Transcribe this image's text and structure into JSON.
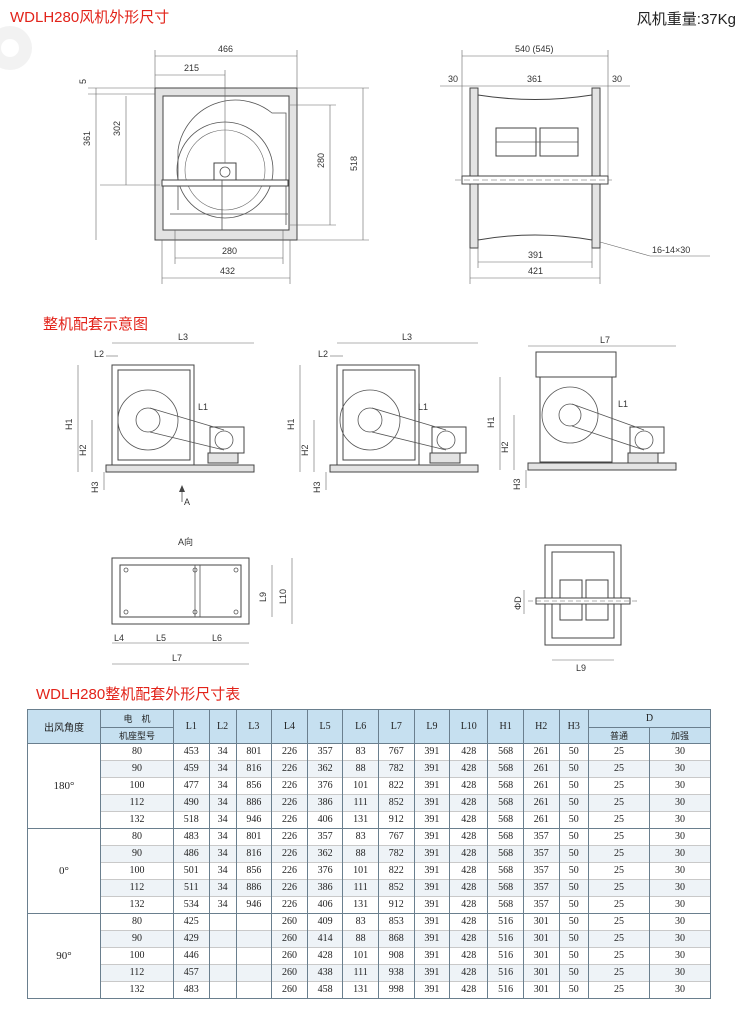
{
  "titles": {
    "outline": "WDLH280风机外形尺寸",
    "assembly": "整机配套示意图",
    "table": "WDLH280整机配套外形尺寸表"
  },
  "weight": "风机重量:37Kg",
  "front_view": {
    "w466": "466",
    "w215": "215",
    "h5": "5",
    "h361": "361",
    "h302": "302",
    "h280": "280",
    "h518": "518",
    "w280": "280",
    "w432": "432"
  },
  "side_view": {
    "w540": "540 (545)",
    "w30a": "30",
    "w361": "361",
    "w30b": "30",
    "w391": "391",
    "w421": "421",
    "holes": "16-14×30"
  },
  "assembly_labels": {
    "L1": "L1",
    "L2": "L2",
    "L3": "L3",
    "L7": "L7",
    "H1": "H1",
    "H2": "H2",
    "H3": "H3",
    "A": "A",
    "Aview": "A向",
    "L4": "L4",
    "L5": "L5",
    "L6": "L6",
    "L9": "L9",
    "L10": "L10",
    "phiD": "ΦD"
  },
  "table": {
    "headers": {
      "angle": "出风角度",
      "motor1": "电　机",
      "motor2": "机座型号",
      "cols": [
        "L1",
        "L2",
        "L3",
        "L4",
        "L5",
        "L6",
        "L7",
        "L9",
        "L10",
        "H1",
        "H2",
        "H3"
      ],
      "D": "D",
      "D_normal": "普通",
      "D_strong": "加强"
    },
    "groups": [
      {
        "angle": "180°",
        "rows": [
          [
            "80",
            "453",
            "34",
            "801",
            "226",
            "357",
            "83",
            "767",
            "391",
            "428",
            "568",
            "261",
            "50",
            "25",
            "30"
          ],
          [
            "90",
            "459",
            "34",
            "816",
            "226",
            "362",
            "88",
            "782",
            "391",
            "428",
            "568",
            "261",
            "50",
            "25",
            "30"
          ],
          [
            "100",
            "477",
            "34",
            "856",
            "226",
            "376",
            "101",
            "822",
            "391",
            "428",
            "568",
            "261",
            "50",
            "25",
            "30"
          ],
          [
            "112",
            "490",
            "34",
            "886",
            "226",
            "386",
            "111",
            "852",
            "391",
            "428",
            "568",
            "261",
            "50",
            "25",
            "30"
          ],
          [
            "132",
            "518",
            "34",
            "946",
            "226",
            "406",
            "131",
            "912",
            "391",
            "428",
            "568",
            "261",
            "50",
            "25",
            "30"
          ]
        ]
      },
      {
        "angle": "0°",
        "rows": [
          [
            "80",
            "483",
            "34",
            "801",
            "226",
            "357",
            "83",
            "767",
            "391",
            "428",
            "568",
            "357",
            "50",
            "25",
            "30"
          ],
          [
            "90",
            "486",
            "34",
            "816",
            "226",
            "362",
            "88",
            "782",
            "391",
            "428",
            "568",
            "357",
            "50",
            "25",
            "30"
          ],
          [
            "100",
            "501",
            "34",
            "856",
            "226",
            "376",
            "101",
            "822",
            "391",
            "428",
            "568",
            "357",
            "50",
            "25",
            "30"
          ],
          [
            "112",
            "511",
            "34",
            "886",
            "226",
            "386",
            "111",
            "852",
            "391",
            "428",
            "568",
            "357",
            "50",
            "25",
            "30"
          ],
          [
            "132",
            "534",
            "34",
            "946",
            "226",
            "406",
            "131",
            "912",
            "391",
            "428",
            "568",
            "357",
            "50",
            "25",
            "30"
          ]
        ]
      },
      {
        "angle": "90°",
        "rows": [
          [
            "80",
            "425",
            "",
            "",
            "260",
            "409",
            "83",
            "853",
            "391",
            "428",
            "516",
            "301",
            "50",
            "25",
            "30"
          ],
          [
            "90",
            "429",
            "",
            "",
            "260",
            "414",
            "88",
            "868",
            "391",
            "428",
            "516",
            "301",
            "50",
            "25",
            "30"
          ],
          [
            "100",
            "446",
            "",
            "",
            "260",
            "428",
            "101",
            "908",
            "391",
            "428",
            "516",
            "301",
            "50",
            "25",
            "30"
          ],
          [
            "112",
            "457",
            "",
            "",
            "260",
            "438",
            "111",
            "938",
            "391",
            "428",
            "516",
            "301",
            "50",
            "25",
            "30"
          ],
          [
            "132",
            "483",
            "",
            "",
            "260",
            "458",
            "131",
            "998",
            "391",
            "428",
            "516",
            "301",
            "50",
            "25",
            "30"
          ]
        ]
      }
    ]
  }
}
